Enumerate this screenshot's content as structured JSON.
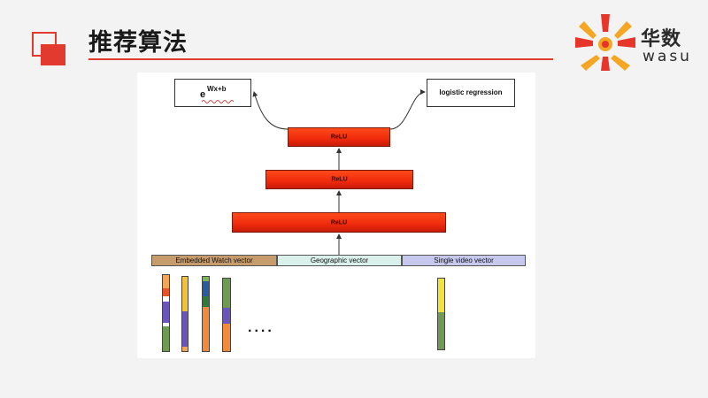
{
  "slide": {
    "title": "推荐算法",
    "accent_color": "#e23a2e"
  },
  "logo": {
    "chinese": "华数",
    "english": "wasu",
    "sun_colors": [
      "#e8352a",
      "#f5a623"
    ]
  },
  "diagram": {
    "formula_box": {
      "base": "e",
      "exponent": "Wx+b"
    },
    "logistic_box": {
      "label": "logistic regression"
    },
    "relu_layers": [
      "ReLU",
      "ReLU",
      "ReLU"
    ],
    "embedding_bar": {
      "segments": [
        {
          "label": "Embedded Watch vector",
          "color": "#c69c6d"
        },
        {
          "label": "Geographic vector",
          "color": "#d9f1ea"
        },
        {
          "label": "Single video vector",
          "color": "#c6c8ee"
        }
      ]
    },
    "ellipsis": "....",
    "vectors": [
      {
        "segments": [
          [
            "#f3a65a",
            0.18
          ],
          [
            "#e5542a",
            0.1
          ],
          [
            "#ffffff",
            0.07
          ],
          [
            "#6a55b8",
            0.28
          ],
          [
            "#ffffff",
            0.04
          ],
          [
            "#6e9a52",
            0.33
          ]
        ]
      },
      {
        "segments": [
          [
            "#f2c23c",
            0.47
          ],
          [
            "#6a55b8",
            0.47
          ],
          [
            "#f3a65a",
            0.06
          ]
        ]
      },
      {
        "segments": [
          [
            "#7ab850",
            0.06
          ],
          [
            "#2a5aa0",
            0.2
          ],
          [
            "#2f7a3a",
            0.14
          ],
          [
            "#f38a3a",
            0.6
          ]
        ]
      },
      {
        "segments": [
          [
            "#6e9a52",
            0.4
          ],
          [
            "#6a55b8",
            0.22
          ],
          [
            "#f38a3a",
            0.38
          ]
        ]
      },
      {
        "segments": [
          [
            "#f2e23c",
            0.48
          ],
          [
            "#6e9a52",
            0.52
          ]
        ]
      }
    ],
    "line_color": "#333333"
  }
}
